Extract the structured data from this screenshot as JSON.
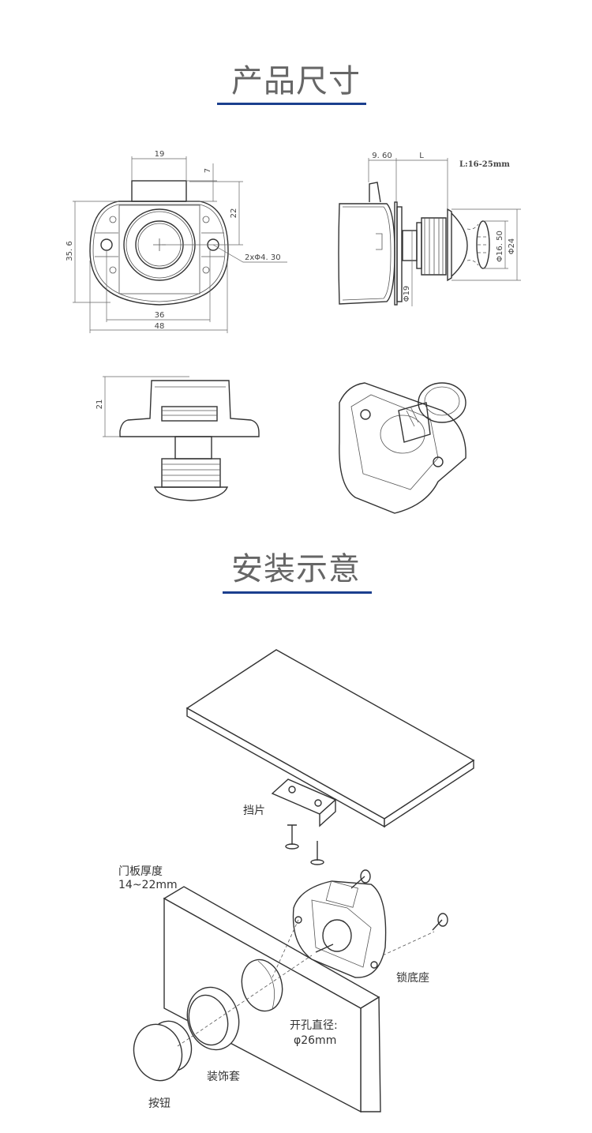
{
  "sections": {
    "dimensions_title": "产品尺寸",
    "installation_title": "安装示意"
  },
  "accent_color": "#1b3f8e",
  "front_view": {
    "width_top": "19",
    "tab_height": "7",
    "center_height": "22",
    "body_height": "35. 6",
    "hole_spacing": "36",
    "overall_width": "48",
    "hole_spec": "2xΦ4. 30"
  },
  "side_view": {
    "offset": "9. 60",
    "length_label": "L",
    "length_range": "L:16-25mm",
    "shaft_diameter": "Φ19",
    "button_diameter": "Φ16. 50",
    "cap_diameter": "Φ24"
  },
  "bottom_view": {
    "height": "21"
  },
  "installation": {
    "strike_plate": "挡片",
    "door_thickness_label": "门板厚度",
    "door_thickness_value": "14~22mm",
    "lock_base": "锁底座",
    "hole_diameter_label": "开孔直径:",
    "hole_diameter_value": "φ26mm",
    "trim_ring": "装饰套",
    "button": "按钮"
  }
}
